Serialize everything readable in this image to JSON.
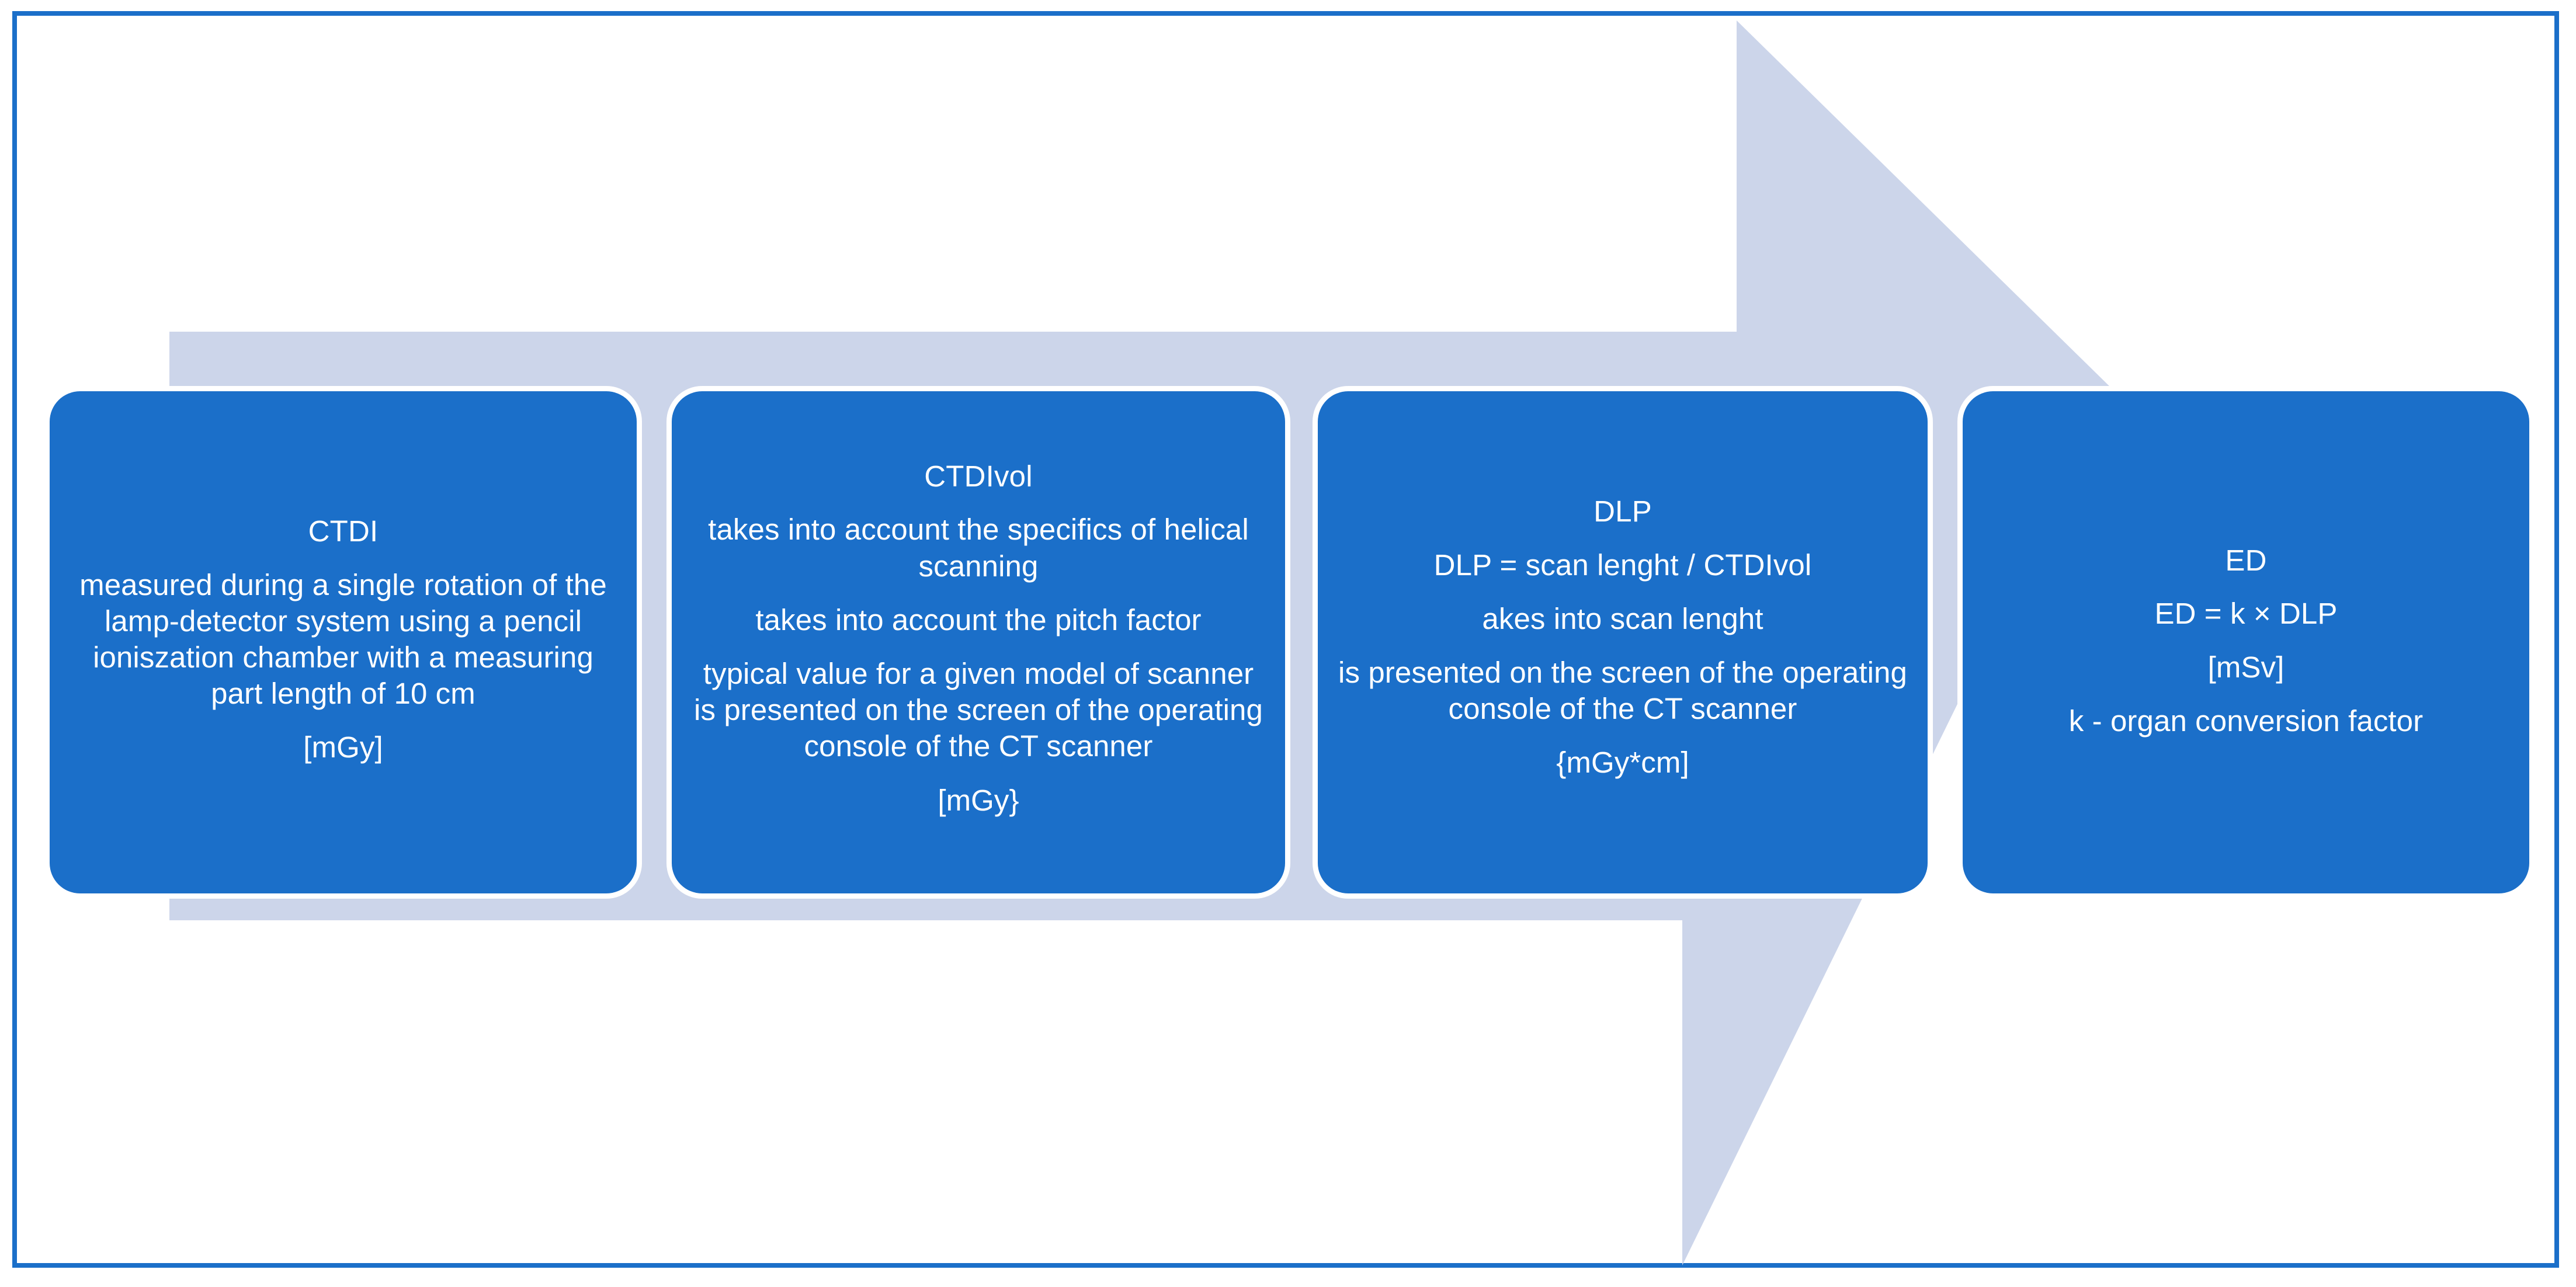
{
  "figure": {
    "kind": "process-flow-arrow-diagram",
    "topic": "CT dose quantities chain",
    "colors": {
      "box_fill": "#1b6fc9",
      "arrow_fill": "#ccd5ea",
      "frame_border": "#1b6fc9",
      "text": "#ffffff",
      "background": "#ffffff"
    }
  },
  "arrow": {
    "name": "right-pointing-block-arrow",
    "direction": "right"
  },
  "steps": [
    {
      "id": "ctdi",
      "title": "CTDI",
      "lines": [
        "measured during a single rotation of the lamp-detector system using a pencil ioniszation chamber with a measuring part length of 10 cm",
        "[mGy]"
      ]
    },
    {
      "id": "ctdivol",
      "title": "CTDIvol",
      "lines": [
        "takes into account the specifics of helical scanning",
        "takes into account the pitch factor",
        "typical value for a given model of scanner is presented on the screen of the operating console of the CT scanner",
        "[mGy}"
      ]
    },
    {
      "id": "dlp",
      "title": "DLP",
      "lines": [
        "DLP = scan lenght / CTDIvol",
        "akes into scan lenght",
        "is presented on the screen of the operating console of the CT scanner",
        "{mGy*cm]"
      ]
    },
    {
      "id": "ed",
      "title": "ED",
      "lines": [
        "ED = k × DLP",
        "[mSv]",
        "k - organ conversion factor"
      ]
    }
  ]
}
